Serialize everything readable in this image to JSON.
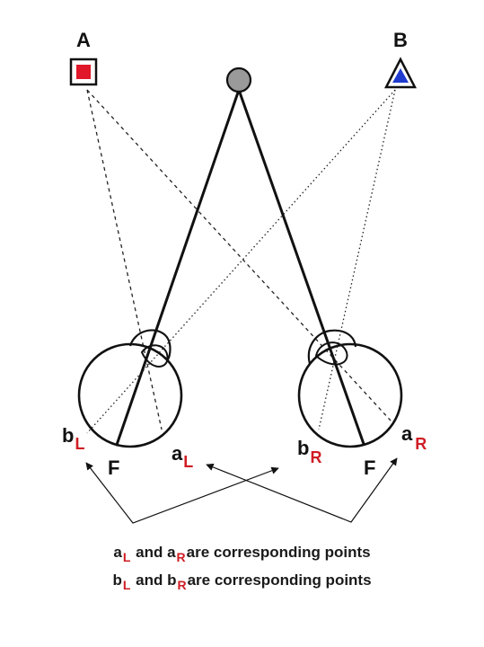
{
  "labels": {
    "a": "A",
    "b": "B",
    "f_left": "F",
    "f_right": "F",
    "b_left": "b",
    "b_left_sub": "L",
    "a_left": "a",
    "a_left_sub": "L",
    "b_right": "b",
    "b_right_sub": "R",
    "a_right": "a",
    "a_right_sub": "R"
  },
  "caption": {
    "line1": {
      "a": "a",
      "l": "L",
      "and": " and ",
      "a2": "a",
      "r": "R",
      "rest": "are corresponding points"
    },
    "line2": {
      "b": "b",
      "l": "L",
      "and": " and ",
      "b2": "b",
      "r": "R",
      "rest": "are corresponding points"
    }
  },
  "colors": {
    "square": "#e0182a",
    "triangle": "#1f3ccf",
    "fixation": "#9a9a9a",
    "subscript": "#d01d24",
    "line": "#111111"
  }
}
